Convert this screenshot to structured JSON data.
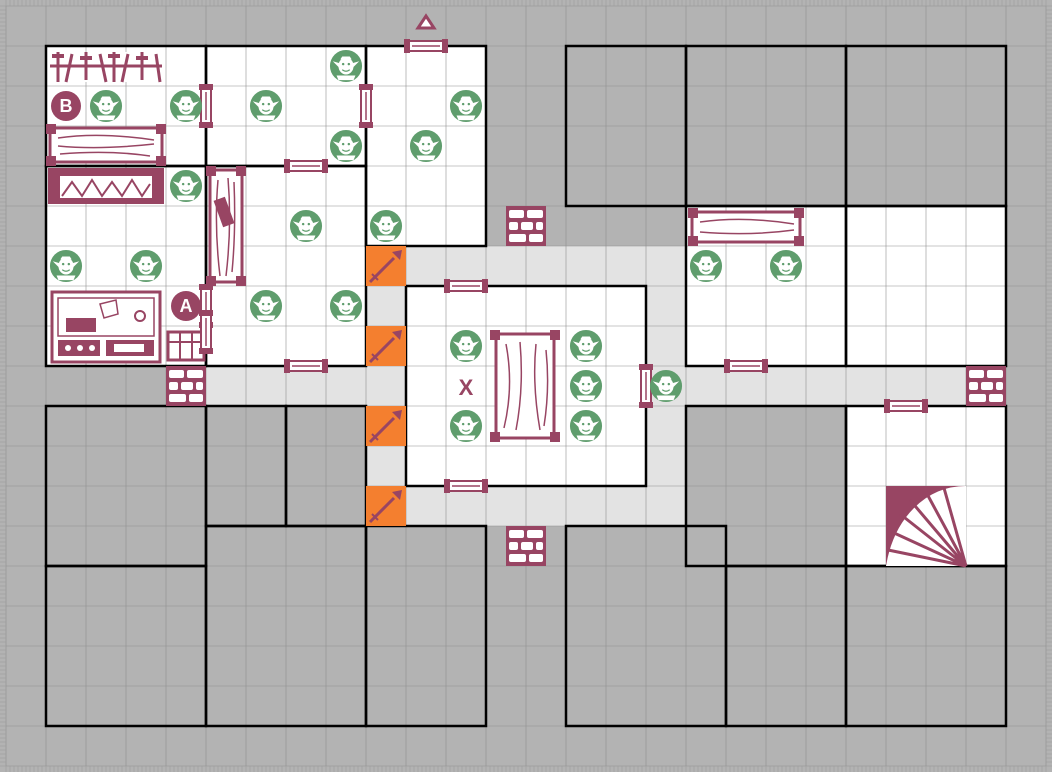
{
  "colors": {
    "background": "#b3b3b3",
    "room_floor": "#ffffff",
    "corridor": "#e3e3e3",
    "grid_line": "#8f8f8f",
    "wall": "#000000",
    "accent": "#984563",
    "monster": "#5f9d6d",
    "trap": "#f47f2f"
  },
  "icons": {
    "monster": "goblin-icon",
    "door": "door-icon",
    "rubble": "rubble-block-icon",
    "trap": "spear-trap-icon",
    "stairs": "stairs-icon",
    "entry": "entry-arrow-icon",
    "weapon_rack": "weapon-rack-icon",
    "table": "table-icon",
    "bookcase": "bookcase-icon",
    "fireplace": "fireplace-icon",
    "desk": "alchemist-desk-icon",
    "chest": "treasure-chest-icon"
  },
  "markers": [
    {
      "label": "B",
      "col": 1,
      "row": 2
    },
    {
      "label": "A",
      "col": 4,
      "row": 7
    }
  ],
  "objective": {
    "label": "X",
    "col": 11,
    "row": 9
  }
}
